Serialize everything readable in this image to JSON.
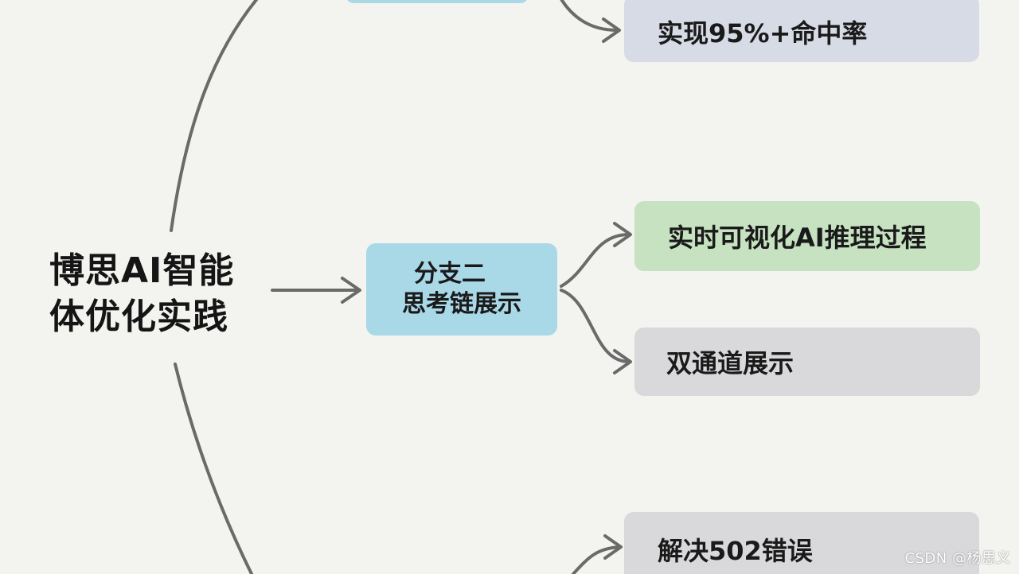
{
  "root": {
    "line1": "博思AI智能",
    "line2": "体优化实践"
  },
  "branch": {
    "line1": "分支二",
    "line2": "思考链展示"
  },
  "leaves": {
    "top": "实现95%+命中率",
    "visualize": "实时可视化AI推理过程",
    "dual": "双通道展示",
    "fix": "解决502错误"
  },
  "watermark": "CSDN @杨思义",
  "colors": {
    "branch_bg": "#a9d8e7",
    "green_bg": "#c6e2c0",
    "gray_bg": "#d9d9dc",
    "top_bg": "#d6dbe5",
    "line": "#6a6a6a"
  }
}
